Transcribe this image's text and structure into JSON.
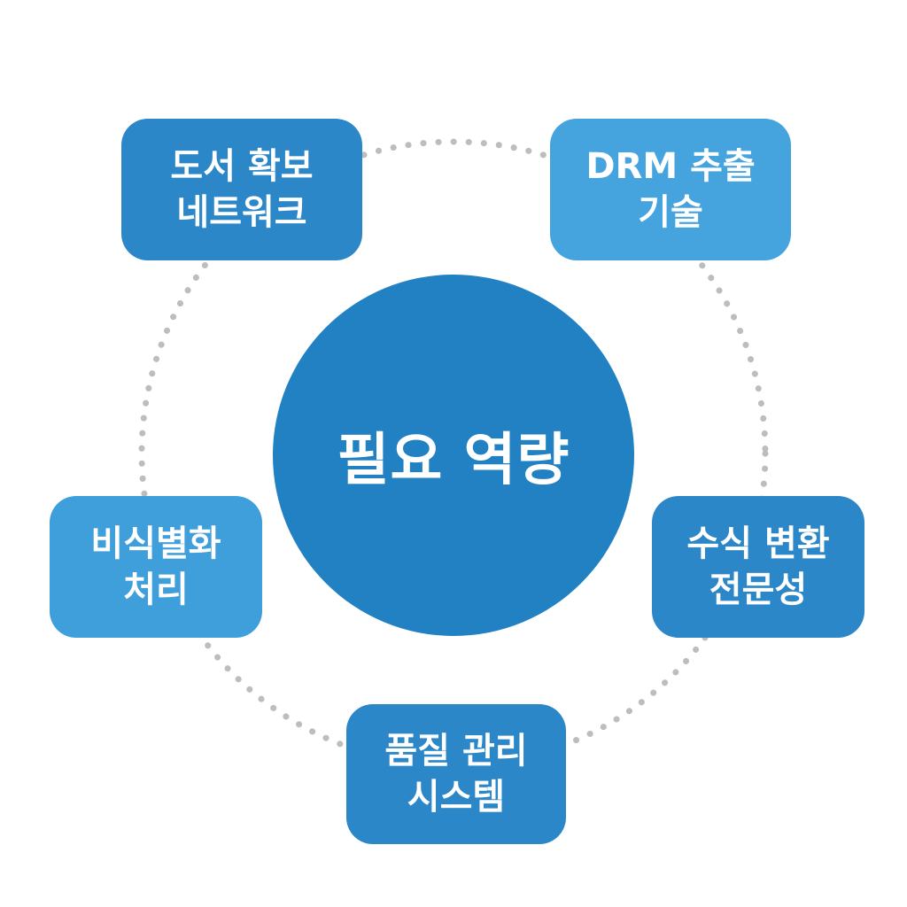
{
  "diagram": {
    "title": "필요 역량",
    "center": {
      "label": "필요 역량",
      "color": "#2181c3",
      "text_color": "#ffffff"
    },
    "nodes": [
      {
        "id": "book-acquisition-network",
        "label": "도서 확보\n네트워크",
        "position": "top-left",
        "color": "#2b87c8"
      },
      {
        "id": "drm-extraction-tech",
        "label": "DRM 추출\n기술",
        "position": "top-right",
        "color": "#45a4de"
      },
      {
        "id": "deidentification-processing",
        "label": "비식별화\n처리",
        "position": "left",
        "color": "#3f9fdb"
      },
      {
        "id": "formula-conversion-expertise",
        "label": "수식 변환\n전문성",
        "position": "right",
        "color": "#2b87c8"
      },
      {
        "id": "quality-management-system",
        "label": "품질 관리\n시스템",
        "position": "bottom",
        "color": "#2b87c8"
      }
    ],
    "connector": {
      "style": "dotted-circle",
      "color": "#bdbdbd"
    }
  }
}
